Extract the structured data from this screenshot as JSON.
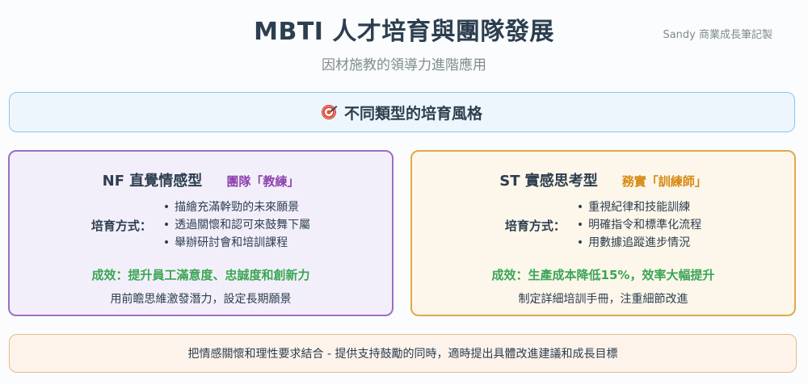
{
  "header": {
    "title": "MBTI 人才培育與團隊發展",
    "author": "Sandy 商業成長筆記製",
    "subtitle": "因材施教的領導力進階應用"
  },
  "banner": {
    "icon": "target-icon",
    "text": "不同類型的培育風格"
  },
  "cards": [
    {
      "title": "NF 直覺情感型",
      "role": "團隊「教練」",
      "method_label": "培育方式：",
      "methods": [
        "描繪充滿幹勁的未來願景",
        "透過關懷和認可來鼓舞下屬",
        "舉辦研討會和培訓課程"
      ],
      "effect": "成效：提升員工滿意度、忠誠度和創新力",
      "note": "用前瞻思維激發潛力，設定長期願景"
    },
    {
      "title": "ST 實感思考型",
      "role": "務實「訓練師」",
      "method_label": "培育方式：",
      "methods": [
        "重視紀律和技能訓練",
        "明確指令和標準化流程",
        "用數據追蹤進步情況"
      ],
      "effect": "成效：生產成本降低15%，效率大幅提升",
      "note": "制定詳細培訓手冊，注重細節改進"
    }
  ],
  "footer": {
    "text": "把情感關懷和理性要求結合 - 提供支持鼓勵的同時，適時提出具體改進建議和成長目標"
  },
  "colors": {
    "nf_border": "#9b6fc6",
    "nf_role": "#8e44ad",
    "st_border": "#e0a94a",
    "st_role": "#d68910",
    "effect": "#3aa655",
    "banner_border": "#8ec3ea",
    "footer_border": "#e9b88f"
  }
}
